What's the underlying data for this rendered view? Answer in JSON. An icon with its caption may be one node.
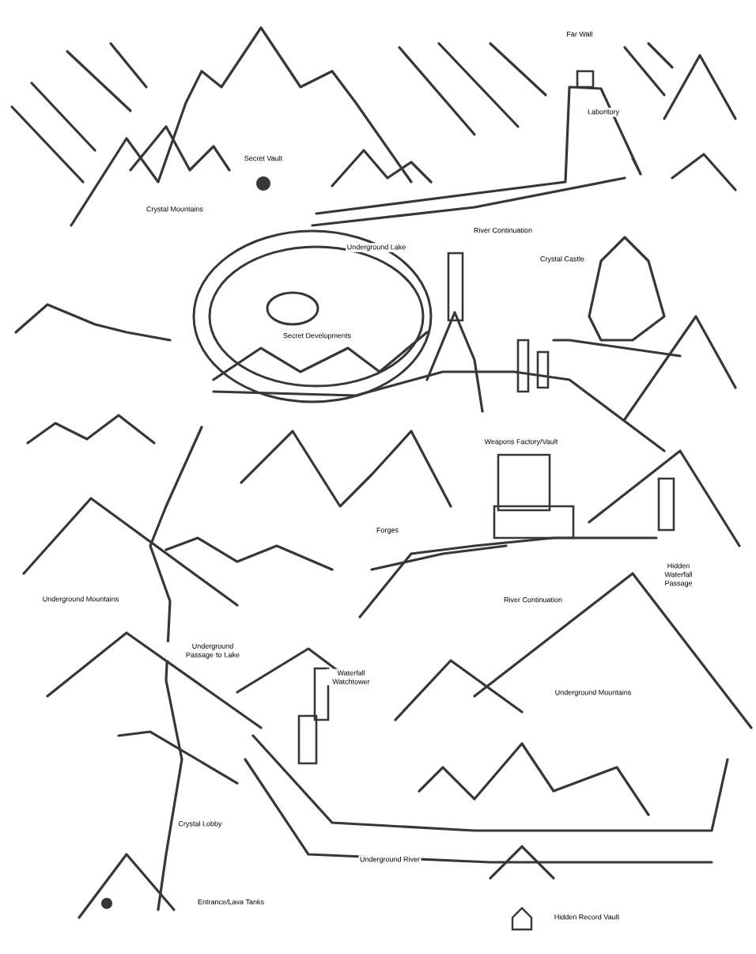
{
  "diagram": {
    "labels": [
      "Far Wall",
      "Laboritory",
      "Secret Vault",
      "Crystal Mountains",
      "River Continuation",
      "Underground Lake",
      "Crystal Castle",
      "Secret Developments",
      "Weapons Factory/Vault",
      "Forges",
      "Hidden Waterfall Passage",
      "Underground Mountains",
      "River Continuation",
      "Underground Passage to Lake",
      "Waterfall Watchtower",
      "Underground Mountains",
      "Crystal Lobby",
      "Underground River",
      "Entrance/Lava Tanks",
      "Hidden Record Vault"
    ]
  }
}
